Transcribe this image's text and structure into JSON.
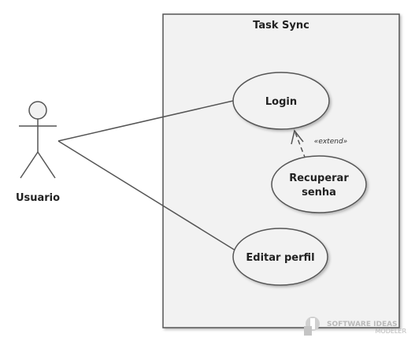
{
  "system": {
    "title": "Task Sync"
  },
  "actor": {
    "name": "Usuario",
    "icon": "stick-figure-icon"
  },
  "use_cases": {
    "login": {
      "label": "Login"
    },
    "recover": {
      "label_line1": "Recuperar",
      "label_line2": "senha"
    },
    "edit": {
      "label": "Editar perfil"
    }
  },
  "relations": {
    "extend": {
      "label": "«extend»"
    }
  },
  "watermark": {
    "line1": "SOFTWARE IDEAS",
    "line2": "MODELER"
  },
  "colors": {
    "stroke": "#555555",
    "fill": "#f2f2f2",
    "background": "#ffffff"
  }
}
